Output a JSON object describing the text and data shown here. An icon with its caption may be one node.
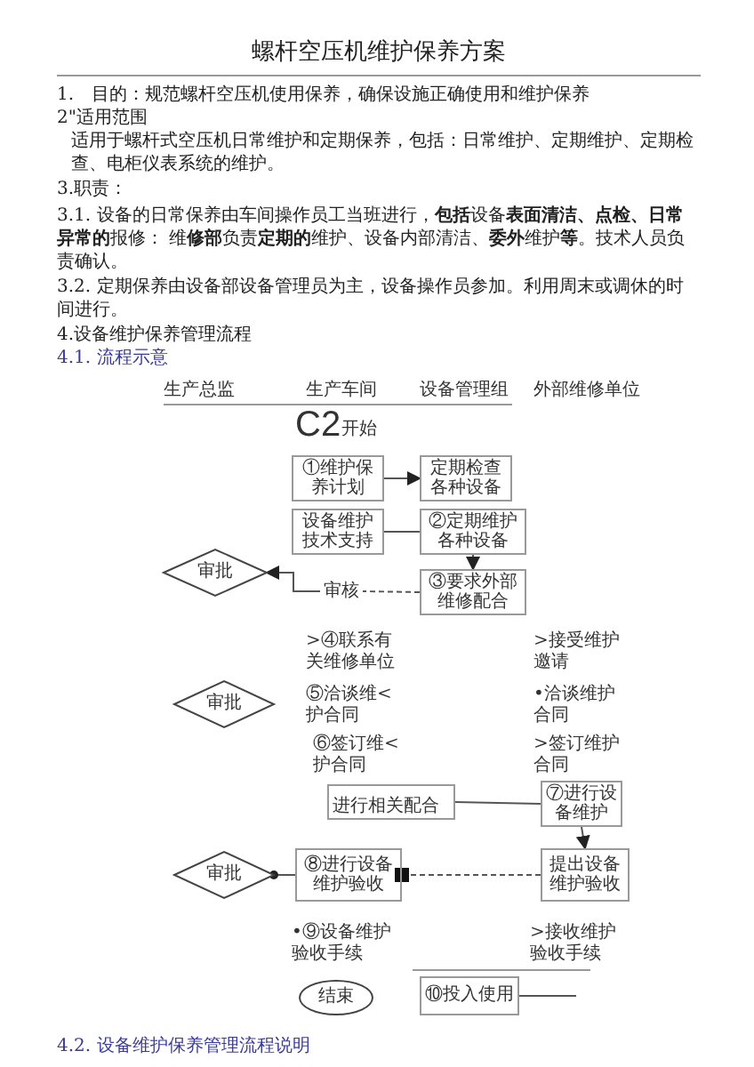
{
  "diagram": {
    "title": "螺杆空压机维护保养方案",
    "nodes": [
      {
        "text": [
          "①维护保养计划"
        ]
      },
      {
        "text": [
          "定期检查各种设备"
        ]
      },
      {
        "text": [
          "设备维护技术支持"
        ]
      },
      {
        "text": [
          "②定期维护各种设备"
        ]
      },
      {
        "text": [
          "③要求外部维修配合"
        ]
      },
      {
        "text": [
          "审批"
        ]
      },
      {
        "text": [
          "审核"
        ]
      },
      {
        "text": [
          "审批"
        ]
      },
      {
        "text": [
          "进行相关配合"
        ]
      },
      {
        "text": [
          "⑦进行设备维护"
        ]
      },
      {
        "text": [
          "审批"
        ]
      },
      {
        "text": [
          "⑧进行设备维护验收"
        ]
      },
      {
        "text": [
          "提出设备维护验收"
        ]
      },
      {
        "text": [
          "结束"
        ]
      },
      {
        "text": [
          "⑩投入使用"
        ]
      }
    ],
    "edges": [
      {
        "from": 0,
        "to": 1,
        "arrow": "to"
      },
      {
        "from": 2,
        "to": 3,
        "arrow": "none"
      },
      {
        "from": 3,
        "to": 4,
        "arrow": "to"
      },
      {
        "from": 4,
        "to": 6,
        "arrow": "none",
        "style": "dashed"
      },
      {
        "from": 6,
        "to": 5,
        "arrow": "to"
      },
      {
        "from": 8,
        "to": 9,
        "arrow": "none"
      },
      {
        "from": 9,
        "to": 12,
        "arrow": "to"
      },
      {
        "from": 10,
        "to": 11,
        "arrow": "other"
      },
      {
        "from": 12,
        "to": 11,
        "arrow": "other",
        "style": "dashed"
      },
      {
        "from": 14,
        "to": null,
        "arrow": "none"
      }
    ],
    "labels": [
      "1.　目的：规范螺杆空压机使用保养，确保设施正确使用和维护保养",
      "2\"适用范围",
      "适用于螺杆式空压机日常维护和定期保养，包括：日常维护、定期维护、定期检查、电柜仪表系统的维护。",
      "3.职责：",
      "3.1. 设备的日常保养由车间操作员工当班进行，**包括**设备**表面清洁、点检、日常异常的**报修： 维**修部**负责**定期的**维护、设备内部清洁、**委外**维护**等**。技术人员负责确认。",
      "3.2. 定期保养由设备部设备管理员为主，设备操作员参加。利用周末或调休的时间进行。",
      "4.设备维护保养管理流程",
      "4.1. 流程示意",
      "生产总监",
      "生产车间",
      "设备管理组",
      "外部维修单位",
      "C2",
      "开始",
      ">④联系有关维修单位",
      ">接受维护邀请",
      "⑤洽谈维<护合同",
      "•洽谈维护合同",
      "⑥签订维<护合同",
      ">签订维护合同",
      "•⑨设备维护验收手续",
      ">接收维护验收手续",
      "4.2. 设备维护保养管理流程说明"
    ]
  }
}
